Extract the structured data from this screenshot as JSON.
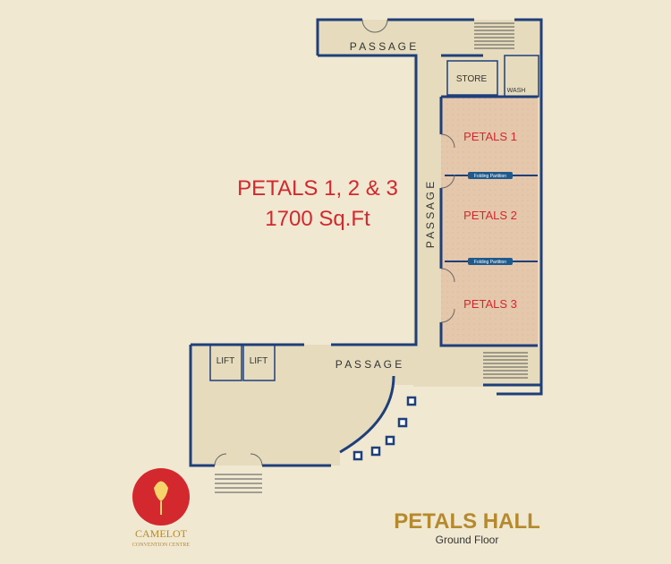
{
  "summary": {
    "line1": "PETALS 1, 2 & 3",
    "line2": "1700 Sq.Ft"
  },
  "rooms": {
    "petals1": "PETALS 1",
    "petals2": "PETALS 2",
    "petals3": "PETALS 3",
    "store": "STORE",
    "wash": "WASH",
    "lift1": "LIFT",
    "lift2": "LIFT"
  },
  "partitions": {
    "p1": "Folding Partition",
    "p2": "Folding Partition"
  },
  "passages": {
    "top": "P A S S A G E",
    "vertical": "P A S S A G E",
    "bottom": "P A S S A G E"
  },
  "logo": {
    "name": "CAMELOT",
    "sub": "CONVENTION CENTRE"
  },
  "hall": {
    "title": "PETALS HALL",
    "floor": "Ground Floor"
  },
  "colors": {
    "background": "#f1e8d2",
    "floor": "#e6dcbd",
    "hall": "#e5c8ac",
    "wall": "#1e3f7a",
    "accent": "#d2282e",
    "title": "#b58a2e",
    "partition": "#1e5a8c"
  }
}
